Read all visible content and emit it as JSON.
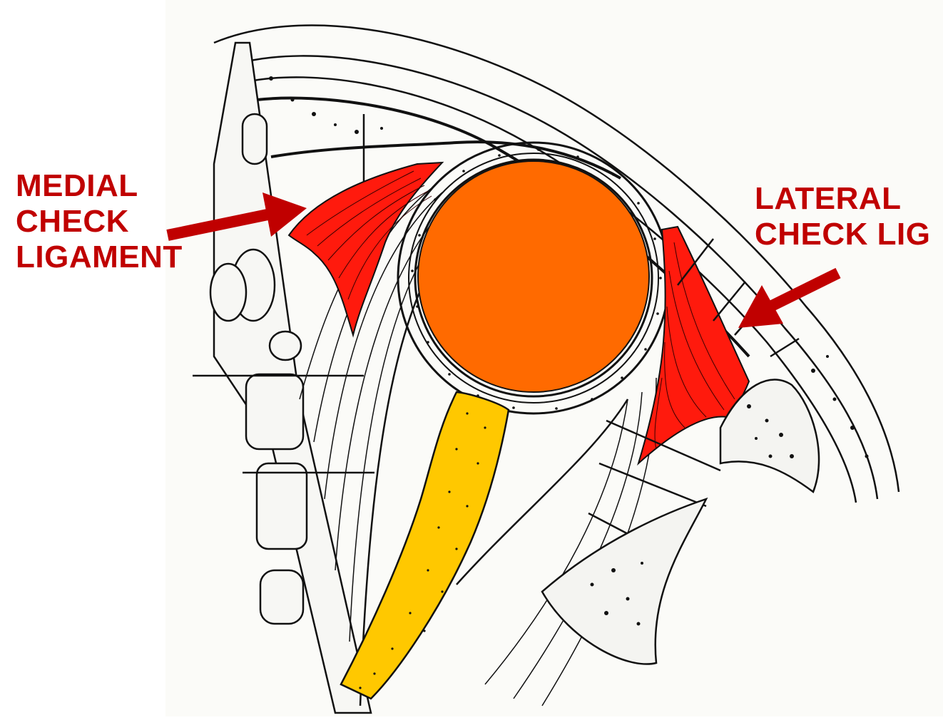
{
  "labels": {
    "medial": [
      "MEDIAL",
      "CHECK",
      "LIGAMENT"
    ],
    "lateral": [
      "LATERAL",
      "CHECK LIG"
    ]
  },
  "colors": {
    "label_text": "#c00000",
    "arrow": "#c00000",
    "ligament_fill": "#ff1a0d",
    "globe_fill": "#ff6a00",
    "lens_like_fill": "#ffc800",
    "line_art": "#111111",
    "bone_fill": "#f2f2ef",
    "background": "#ffffff"
  }
}
